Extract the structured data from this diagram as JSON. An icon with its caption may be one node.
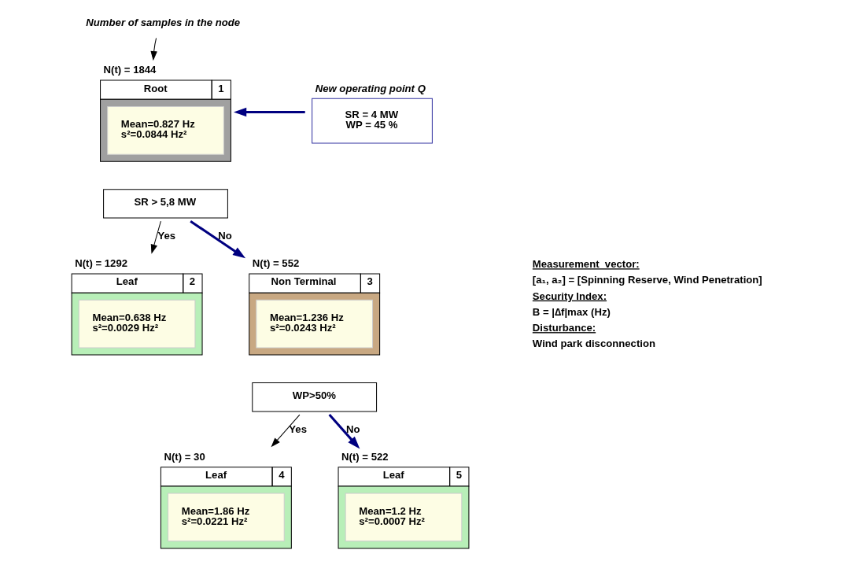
{
  "diagram": {
    "nodes": [
      {
        "text": [
          "Root",
          "1",
          "Mean=0.827 Hz",
          "s²=0.0844 Hz²"
        ],
        "beside": [
          "N(t) = 1844"
        ]
      },
      {
        "text": [
          "SR = 4 MW",
          "WP = 45 %"
        ],
        "beside": [
          "New operating point Q"
        ]
      },
      {
        "text": [
          "SR > 5,8 MW"
        ]
      },
      {
        "text": [
          "Leaf",
          "2",
          "Mean=0.638 Hz",
          "s²=0.0029 Hz²"
        ],
        "beside": [
          "N(t) = 1292"
        ]
      },
      {
        "text": [
          "Non Terminal",
          "3",
          "Mean=1.236 Hz",
          "s²=0.0243 Hz²"
        ],
        "beside": [
          "N(t) = 552"
        ]
      },
      {
        "text": [
          "WP>50%"
        ]
      },
      {
        "text": [
          "Leaf",
          "4",
          "Mean=1.86 Hz",
          "s²=0.0221 Hz²"
        ],
        "beside": [
          "N(t) = 30"
        ]
      },
      {
        "text": [
          "Leaf",
          "5",
          "Mean=1.2 Hz",
          "s²=0.0007 Hz²"
        ],
        "beside": [
          "N(t) = 522"
        ]
      },
      {
        "text": [
          "Number of samples in the node"
        ]
      }
    ],
    "edges": [
      {
        "from": 1,
        "to": 0,
        "arrow": "to",
        "style": "thick",
        "color": "#000080"
      },
      {
        "from": 2,
        "to": 3,
        "arrow": "to",
        "label": "Yes",
        "color": "#000000"
      },
      {
        "from": 2,
        "to": 4,
        "arrow": "to",
        "label": "No",
        "style": "thick",
        "color": "#000080"
      },
      {
        "from": 5,
        "to": 6,
        "arrow": "to",
        "label": "Yes",
        "color": "#000000"
      },
      {
        "from": 5,
        "to": 7,
        "arrow": "to",
        "label": "No",
        "style": "thick",
        "color": "#000080"
      },
      {
        "from": 8,
        "to": 0,
        "arrow": "to",
        "color": "#000000"
      }
    ],
    "labels": [
      "Measurement  vector:",
      "[a₁, a₂] = [Spinning Reserve, Wind Penetration]",
      "Security Index:",
      "B = |∆f|max (Hz)",
      "Disturbance:",
      "Wind park disconnection"
    ]
  }
}
